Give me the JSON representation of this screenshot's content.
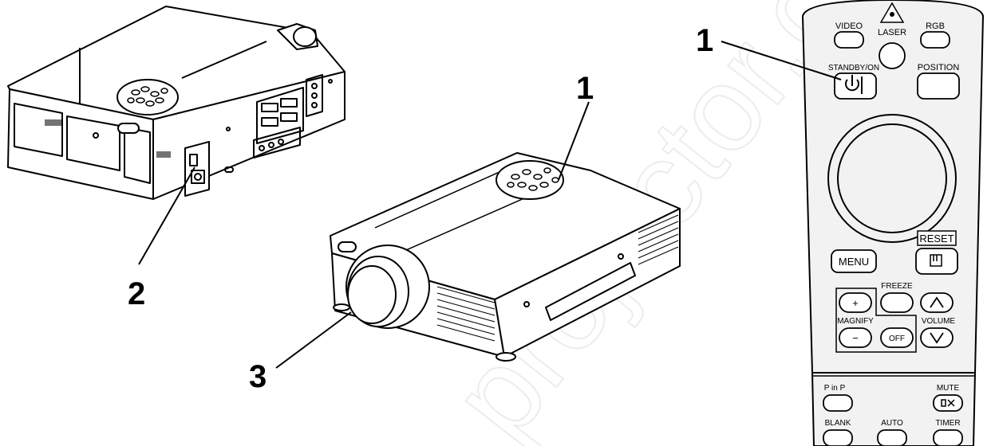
{
  "callouts": {
    "standby_remote": "1",
    "standby_projector": "1",
    "power_switch": "2",
    "lens": "3"
  },
  "remote": {
    "video": "VIDEO",
    "laser": "LASER",
    "rgb": "RGB",
    "standby_on": "STANDBY/ON",
    "position": "POSITION",
    "reset": "RESET",
    "menu": "MENU",
    "freeze": "FREEZE",
    "magnify": "MAGNIFY",
    "volume": "VOLUME",
    "plus": "+",
    "minus": "−",
    "off": "OFF",
    "pinp": "P in P",
    "mute": "MUTE",
    "blank": "BLANK",
    "auto": "AUTO",
    "timer": "TIMER"
  },
  "watermark": "projector.co",
  "colors": {
    "line": "#000000",
    "remote_body": "#f2f2f2",
    "watermark": "#ececec"
  }
}
